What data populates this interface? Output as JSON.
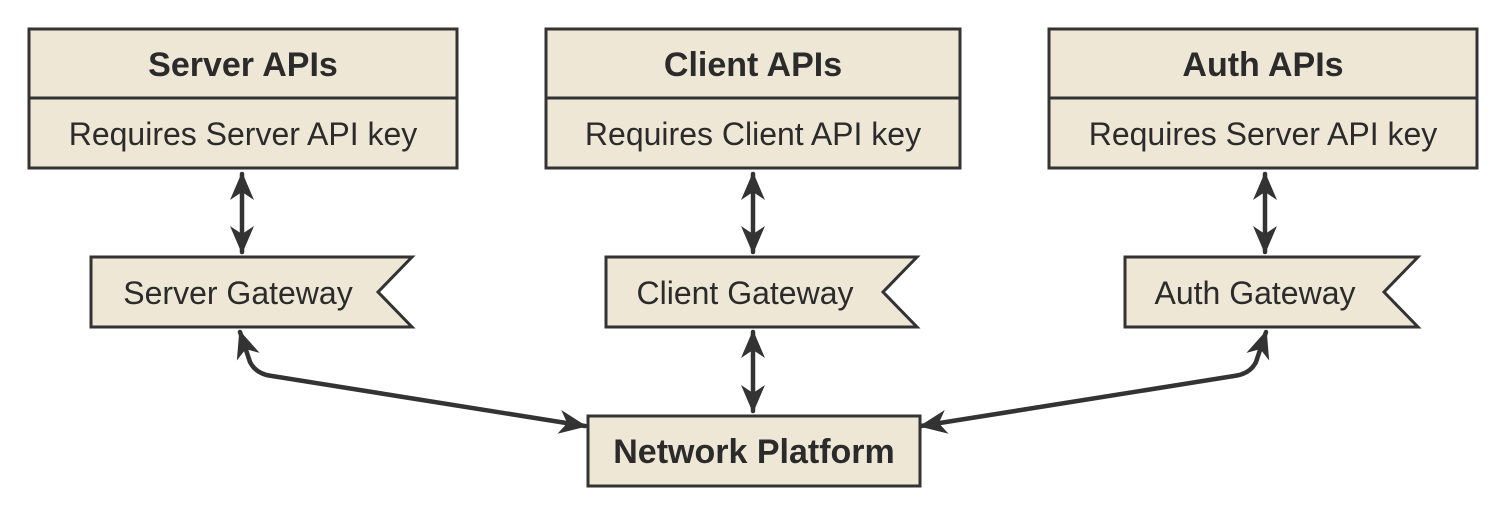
{
  "diagram": {
    "api_boxes": [
      {
        "title": "Server APIs",
        "note": "Requires Server API key"
      },
      {
        "title": "Client APIs",
        "note": "Requires Client API key"
      },
      {
        "title": "Auth APIs",
        "note": "Requires Server API key"
      }
    ],
    "gateways": [
      {
        "label": "Server Gateway"
      },
      {
        "label": "Client Gateway"
      },
      {
        "label": "Auth Gateway"
      }
    ],
    "platform": {
      "label": "Network Platform"
    },
    "edges": [
      {
        "from": "Server APIs",
        "to": "Server Gateway",
        "direction": "bidirectional"
      },
      {
        "from": "Client APIs",
        "to": "Client Gateway",
        "direction": "bidirectional"
      },
      {
        "from": "Auth APIs",
        "to": "Auth Gateway",
        "direction": "bidirectional"
      },
      {
        "from": "Server Gateway",
        "to": "Network Platform",
        "direction": "bidirectional"
      },
      {
        "from": "Client Gateway",
        "to": "Network Platform",
        "direction": "bidirectional"
      },
      {
        "from": "Auth Gateway",
        "to": "Network Platform",
        "direction": "bidirectional"
      }
    ],
    "colors": {
      "node_fill": "#efe7d6",
      "stroke": "#333333",
      "text": "#2b2b2b"
    }
  }
}
